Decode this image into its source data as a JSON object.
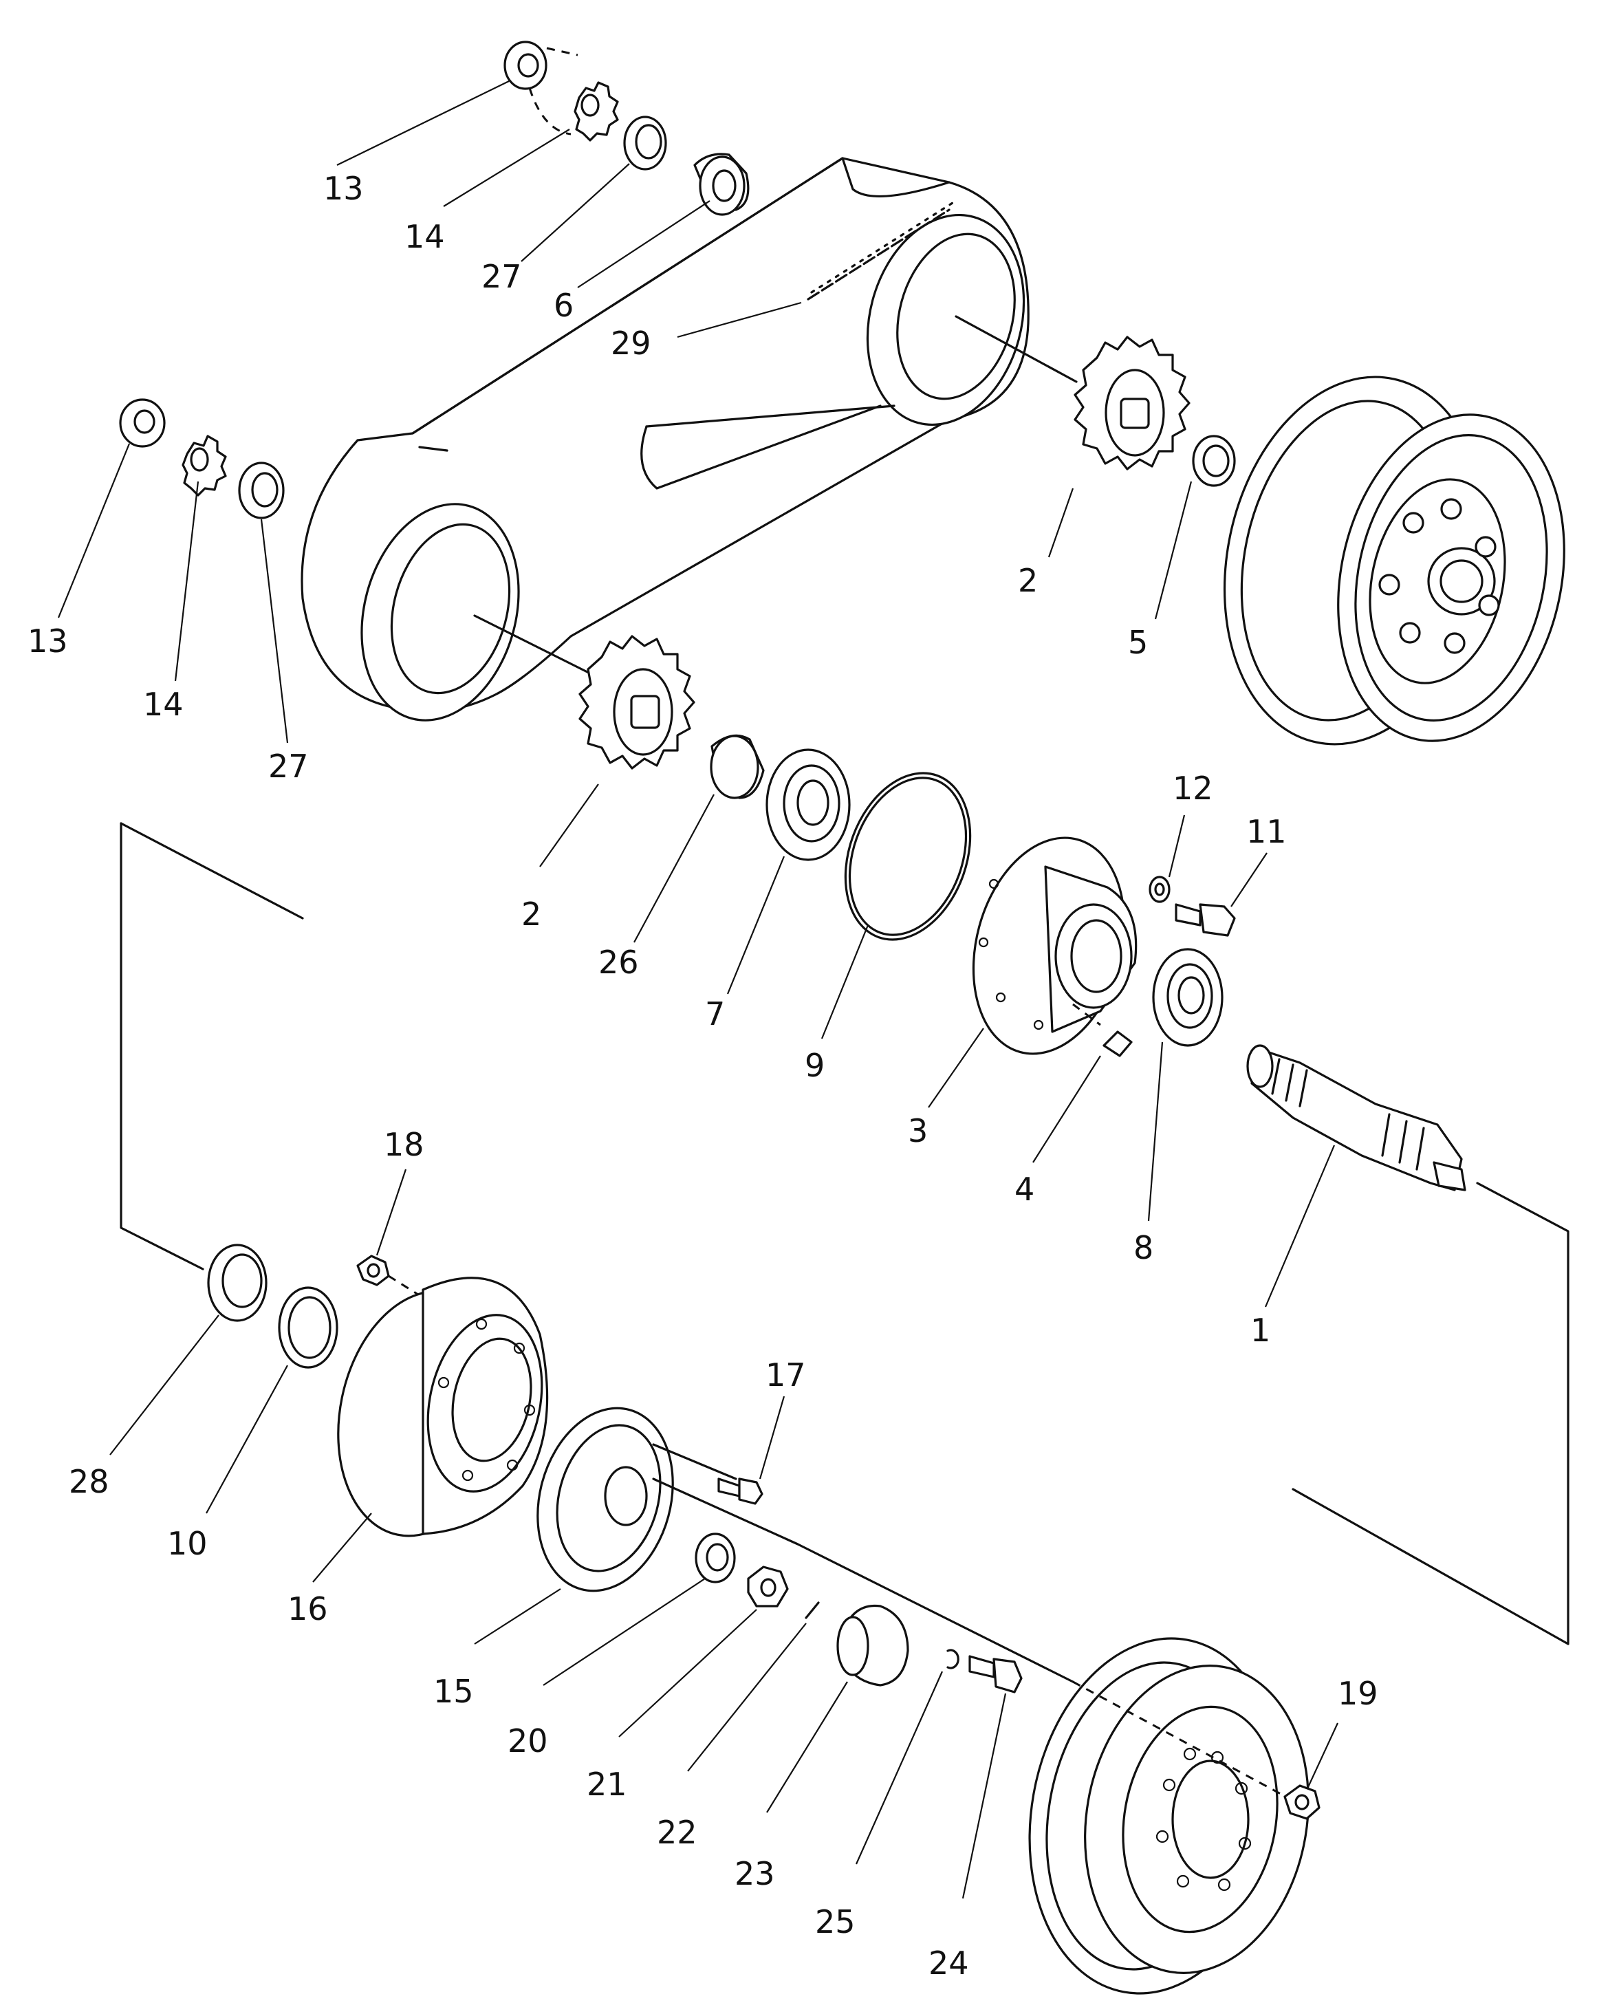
{
  "labels": [
    {
      "id": "13a",
      "text": "13"
    },
    {
      "id": "14a",
      "text": "14"
    },
    {
      "id": "27a",
      "text": "27"
    },
    {
      "id": "6",
      "text": "6"
    },
    {
      "id": "29",
      "text": "29"
    },
    {
      "id": "13b",
      "text": "13"
    },
    {
      "id": "14b",
      "text": "14"
    },
    {
      "id": "27b",
      "text": "27"
    },
    {
      "id": "2a",
      "text": "2"
    },
    {
      "id": "5",
      "text": "5"
    },
    {
      "id": "2b",
      "text": "2"
    },
    {
      "id": "26",
      "text": "26"
    },
    {
      "id": "7",
      "text": "7"
    },
    {
      "id": "9",
      "text": "9"
    },
    {
      "id": "12",
      "text": "12"
    },
    {
      "id": "11",
      "text": "11"
    },
    {
      "id": "3",
      "text": "3"
    },
    {
      "id": "4",
      "text": "4"
    },
    {
      "id": "8",
      "text": "8"
    },
    {
      "id": "1",
      "text": "1"
    },
    {
      "id": "18",
      "text": "18"
    },
    {
      "id": "28",
      "text": "28"
    },
    {
      "id": "10",
      "text": "10"
    },
    {
      "id": "16",
      "text": "16"
    },
    {
      "id": "17",
      "text": "17"
    },
    {
      "id": "15",
      "text": "15"
    },
    {
      "id": "20",
      "text": "20"
    },
    {
      "id": "21",
      "text": "21"
    },
    {
      "id": "22",
      "text": "22"
    },
    {
      "id": "23",
      "text": "23"
    },
    {
      "id": "25",
      "text": "25"
    },
    {
      "id": "24",
      "text": "24"
    },
    {
      "id": "19",
      "text": "19"
    }
  ]
}
